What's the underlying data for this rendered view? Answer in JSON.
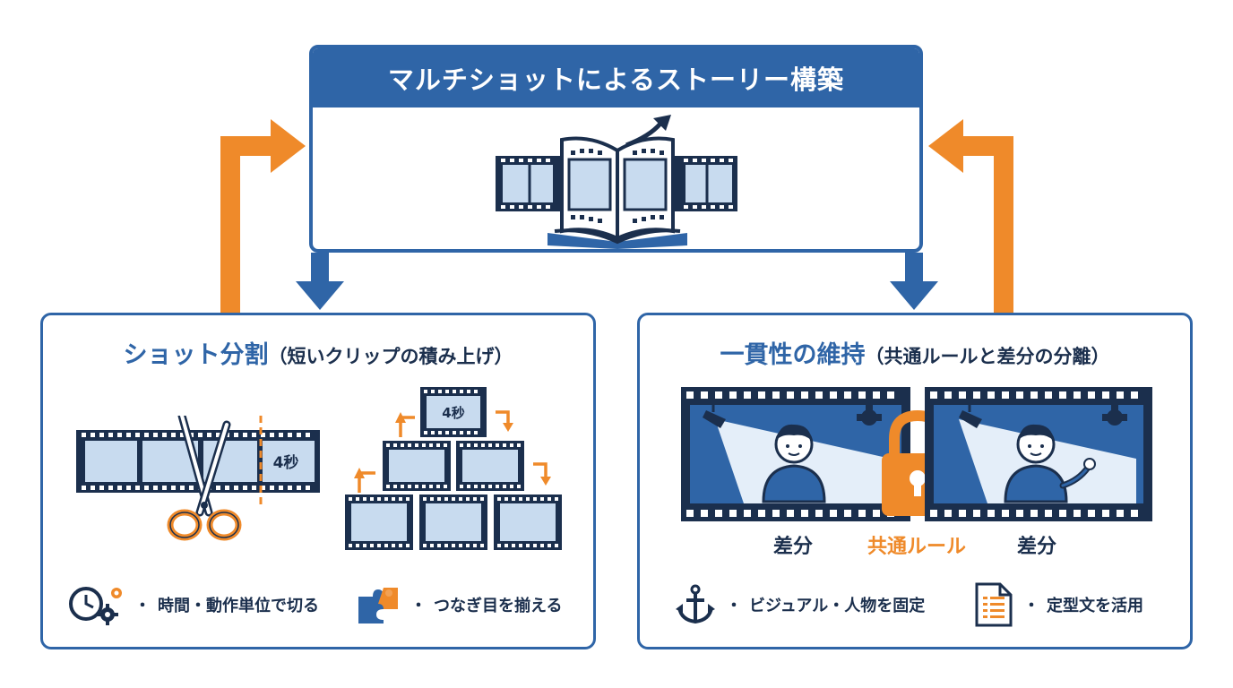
{
  "header": {
    "title": "マルチショットによるストーリー構築"
  },
  "left_panel": {
    "title": "ショット分割",
    "subtitle": "（短いクリップの積み上げ）",
    "scissor_clip_label": "4秒",
    "stack_clip_label": "4秒",
    "features": [
      {
        "icon": "clock-gear-icon",
        "text": "時間・動作単位で切る"
      },
      {
        "icon": "puzzle-icon",
        "text": "つなぎ目を揃える"
      }
    ]
  },
  "right_panel": {
    "title": "一貫性の維持",
    "subtitle": "（共通ルールと差分の分離）",
    "left_frame_label": "差分",
    "center_label": "共通ルール",
    "right_frame_label": "差分",
    "features": [
      {
        "icon": "anchor-icon",
        "text": "ビジュアル・人物を固定"
      },
      {
        "icon": "document-icon",
        "text": "定型文を活用"
      }
    ]
  },
  "colors": {
    "primary_blue": "#2f65a7",
    "dark_navy": "#1b2f4d",
    "accent_orange": "#ef8a2a",
    "film_fill": "#c8dbef"
  }
}
